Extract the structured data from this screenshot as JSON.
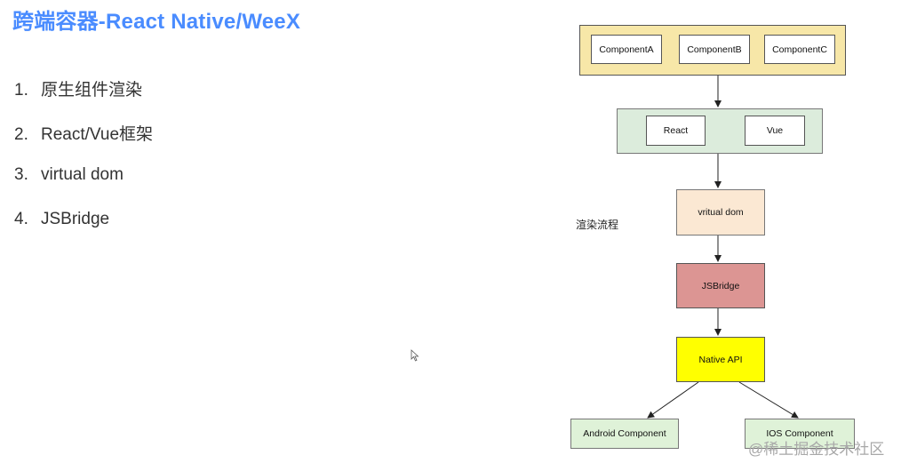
{
  "title": "跨端容器-React Native/WeeX",
  "bullets": [
    {
      "num": "1.",
      "text": "原生组件渲染"
    },
    {
      "num": "2.",
      "text": "React/Vue框架"
    },
    {
      "num": "3.",
      "text": "virtual dom"
    },
    {
      "num": "4.",
      "text": "JSBridge"
    }
  ],
  "diagram": {
    "caption": "渲染流程",
    "components": [
      "ComponentA",
      "ComponentB",
      "ComponentC"
    ],
    "frameworks": [
      "React",
      "Vue"
    ],
    "vdom": "vritual dom",
    "bridge": "JSBridge",
    "native_api": "Native API",
    "platforms": [
      "Android Component",
      "IOS Component"
    ]
  },
  "colors": {
    "title": "#4a8cff",
    "components_group": "#f7e7a8",
    "frameworks_group": "#dcecdc",
    "vdom": "#fbe8d3",
    "bridge": "#dc9593",
    "native_api": "#ffff00",
    "platforms": "#dff2d8"
  },
  "watermark": "@稀土掘金技术社区"
}
